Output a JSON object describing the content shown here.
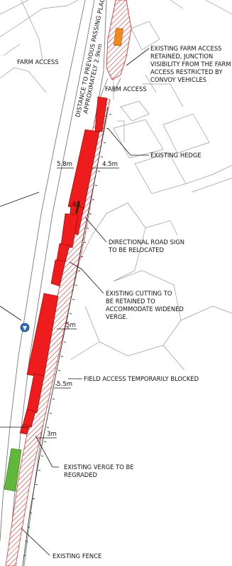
{
  "labels": {
    "farm_access_left": "FARM ACCESS",
    "farm_access_mid": "FARM ACCESS",
    "distance_line1": "DISTANCE TO PREVIOUS PASSING PLACE",
    "distance_line2": "APPROXIMATELY 2.9km",
    "rs_mark": "RS"
  },
  "callouts": {
    "farm_access_note": [
      "EXISTING FARM ACCESS",
      "RETAINED, JUNCTION",
      "VISIBILITY FROM THE FARM",
      "ACCESS RESTRICTED BY",
      "CONVOY VEHICLES"
    ],
    "existing_hedge": [
      "EXISTING HEDGE"
    ],
    "road_sign": [
      "DIRECTIONAL ROAD SIGN",
      "TO BE RELOCATED"
    ],
    "cutting": [
      "EXISTING CUTTING TO",
      "BE RETAINED TO",
      "ACCOMMODATE WIDENED",
      "VERGE."
    ],
    "field_access": [
      "FIELD ACCESS TEMPORARILY BLOCKED"
    ],
    "verge_regrade": [
      "EXISTING VERGE TO BE",
      "REGRADED"
    ],
    "existing_fence": [
      "EXISTING FENCE"
    ]
  },
  "dimensions": {
    "d1": "5.8m",
    "d2": "4.5m",
    "d3": "5m",
    "d4": "5.5m",
    "d5": "3m"
  },
  "colors": {
    "widening_red": "#ee1c1c",
    "hatch_red": "#e02020",
    "green_area": "#5fb83a",
    "orange_area": "#f08a1c",
    "marker_blue": "#2e6fc9",
    "linework": "#8a8a8a",
    "ink": "#111111"
  }
}
